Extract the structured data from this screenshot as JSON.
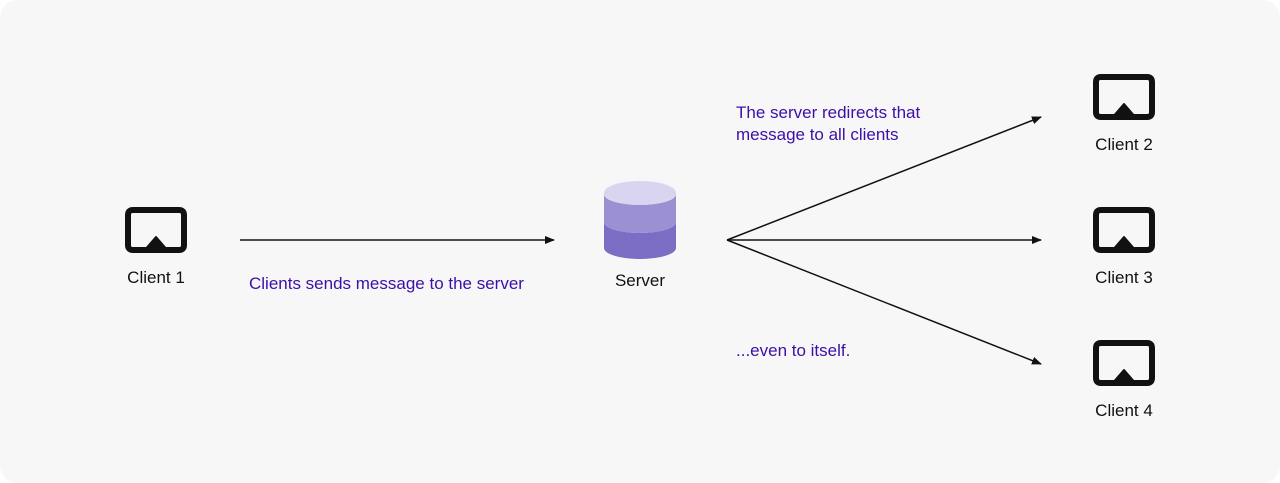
{
  "nodes": {
    "client1": {
      "label": "Client 1",
      "icon": "airplay-display-icon"
    },
    "server": {
      "label": "Server",
      "icon": "database-icon"
    },
    "client2": {
      "label": "Client 2",
      "icon": "airplay-display-icon"
    },
    "client3": {
      "label": "Client 3",
      "icon": "airplay-display-icon"
    },
    "client4": {
      "label": "Client 4",
      "icon": "airplay-display-icon"
    }
  },
  "annotations": {
    "send": "Clients sends message to the server",
    "redirect_line1": "The server redirects that",
    "redirect_line2": "message to all clients",
    "itself": "...even to itself."
  },
  "colors": {
    "background": "#f7f7f7",
    "annotation_text": "#3d0fa8",
    "node_text": "#111111",
    "arrow": "#111111",
    "db_top": "#d9d4ef",
    "db_middle": "#9a90d2",
    "db_bottom": "#7b6cc4"
  }
}
